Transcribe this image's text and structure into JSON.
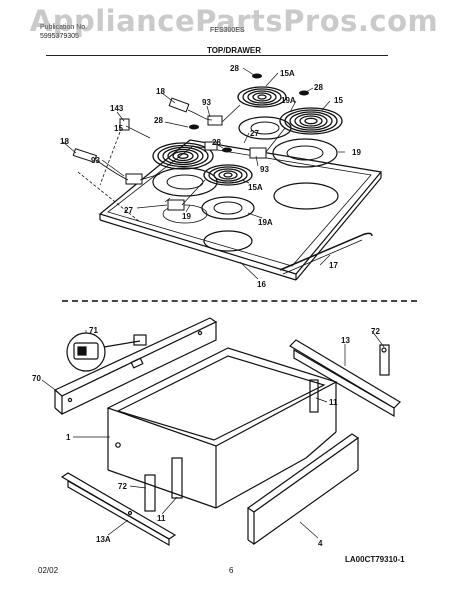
{
  "header": {
    "line1": "Publication No.",
    "line2": "5995379305",
    "model": "FES300ES",
    "watermark": "AppliancePartsPros.com"
  },
  "section": {
    "title": "TOP/DRAWER"
  },
  "top_callouts": {
    "c28a": "28",
    "c15Aa": "15A",
    "c18a": "18",
    "c93a": "93",
    "c28b": "28",
    "c19Aa": "19A",
    "c15a": "15",
    "c143": "143",
    "c28c": "28",
    "c15b": "15",
    "c27a": "27",
    "c28d": "28",
    "c19a": "19",
    "c18b": "18",
    "c93b": "93",
    "c15Ab": "15A",
    "c93c": "93",
    "c27b": "27",
    "c19b": "19",
    "c19Ab": "19A",
    "c17": "17",
    "c16": "16"
  },
  "drawer_callouts": {
    "c71": "71",
    "c72a": "72",
    "c70": "70",
    "c13a": "13",
    "c11a": "11",
    "c1": "1",
    "c72b": "72",
    "c11b": "11",
    "c13A": "13A",
    "c4": "4"
  },
  "footer": {
    "date": "02/02",
    "page": "6",
    "code": "LA00CT79310-1"
  }
}
